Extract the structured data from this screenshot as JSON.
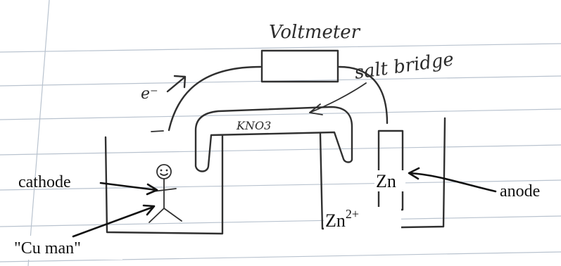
{
  "handwritten": {
    "voltmeter": "Voltmeter",
    "electron": "e⁻",
    "salt_bridge": "salt bridge",
    "salt": "KNO3"
  },
  "labels": {
    "cathode": "cathode",
    "anode": "anode",
    "cu_man": "\"Cu man\"",
    "zn": "Zn",
    "zn_ion_base": "Zn",
    "zn_ion_charge": "2+"
  },
  "colors": {
    "paper": "#ffffff",
    "ruled_line": "#b9c3cf",
    "ink": "#303030",
    "typed_text": "#111111"
  }
}
